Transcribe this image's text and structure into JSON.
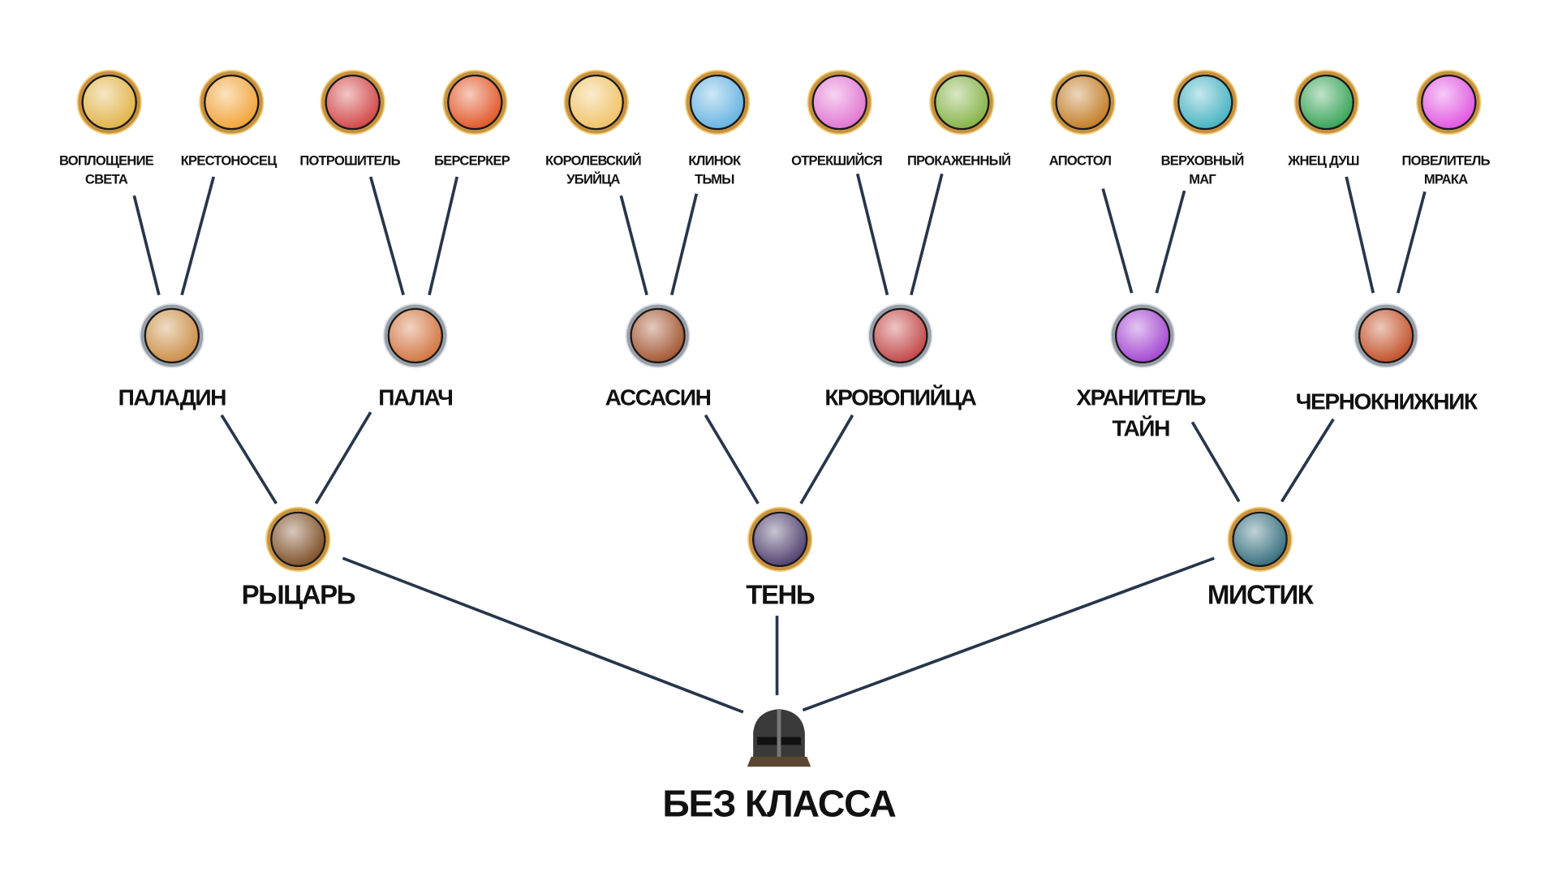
{
  "root": {
    "label": "БЕЗ КЛАССА",
    "color": "#4a4a4a"
  },
  "base_classes": [
    {
      "label": "РЫЦАРЬ",
      "color": "#7a4a20"
    },
    {
      "label": "ТЕНЬ",
      "color": "#4a3a6a"
    },
    {
      "label": "МИСТИК",
      "color": "#2e6a7a"
    }
  ],
  "second_classes": [
    {
      "label": "ПАЛАДИН",
      "color": "#c98a40"
    },
    {
      "label": "ПАЛАЧ",
      "color": "#d0703a"
    },
    {
      "label": "АССАСИН",
      "color": "#a0502a"
    },
    {
      "label": "КРОВОПИЙЦА",
      "color": "#c04040"
    },
    {
      "label": "ХРАНИТЕЛЬ",
      "label2": "ТАЙН",
      "color": "#a040d0"
    },
    {
      "label": "ЧЕРНОКНИЖНИК",
      "color": "#c04a20"
    }
  ],
  "third_classes": [
    {
      "label": "ВОПЛОЩЕНИЕ",
      "label2": "СВЕТА",
      "color": "#e0b040"
    },
    {
      "label": "КРЕСТОНОСЕЦ",
      "color": "#f0a030"
    },
    {
      "label": "ПОТРОШИТЕЛЬ",
      "color": "#d04040"
    },
    {
      "label": "БЕРСЕРКЕР",
      "color": "#e05020"
    },
    {
      "label": "КОРОЛЕВСКИЙ",
      "label2": "УБИЙЦА",
      "color": "#f0c060"
    },
    {
      "label": "КЛИНОК",
      "label2": "ТЬМЫ",
      "color": "#60b0e0"
    },
    {
      "label": "ОТРЕКШИЙСЯ",
      "color": "#e070d0"
    },
    {
      "label": "ПРОКАЖЕННЫЙ",
      "color": "#80b040"
    },
    {
      "label": "АПОСТОЛ",
      "color": "#c07820"
    },
    {
      "label": "ВЕРХОВНЫЙ",
      "label2": "МАГ",
      "color": "#40b0c0"
    },
    {
      "label": "ЖНЕЦ ДУШ",
      "color": "#30a050"
    },
    {
      "label": "ПОВЕЛИТЕЛЬ",
      "label2": "МРАКА",
      "color": "#e050e0"
    }
  ],
  "line_color": "#27364a"
}
